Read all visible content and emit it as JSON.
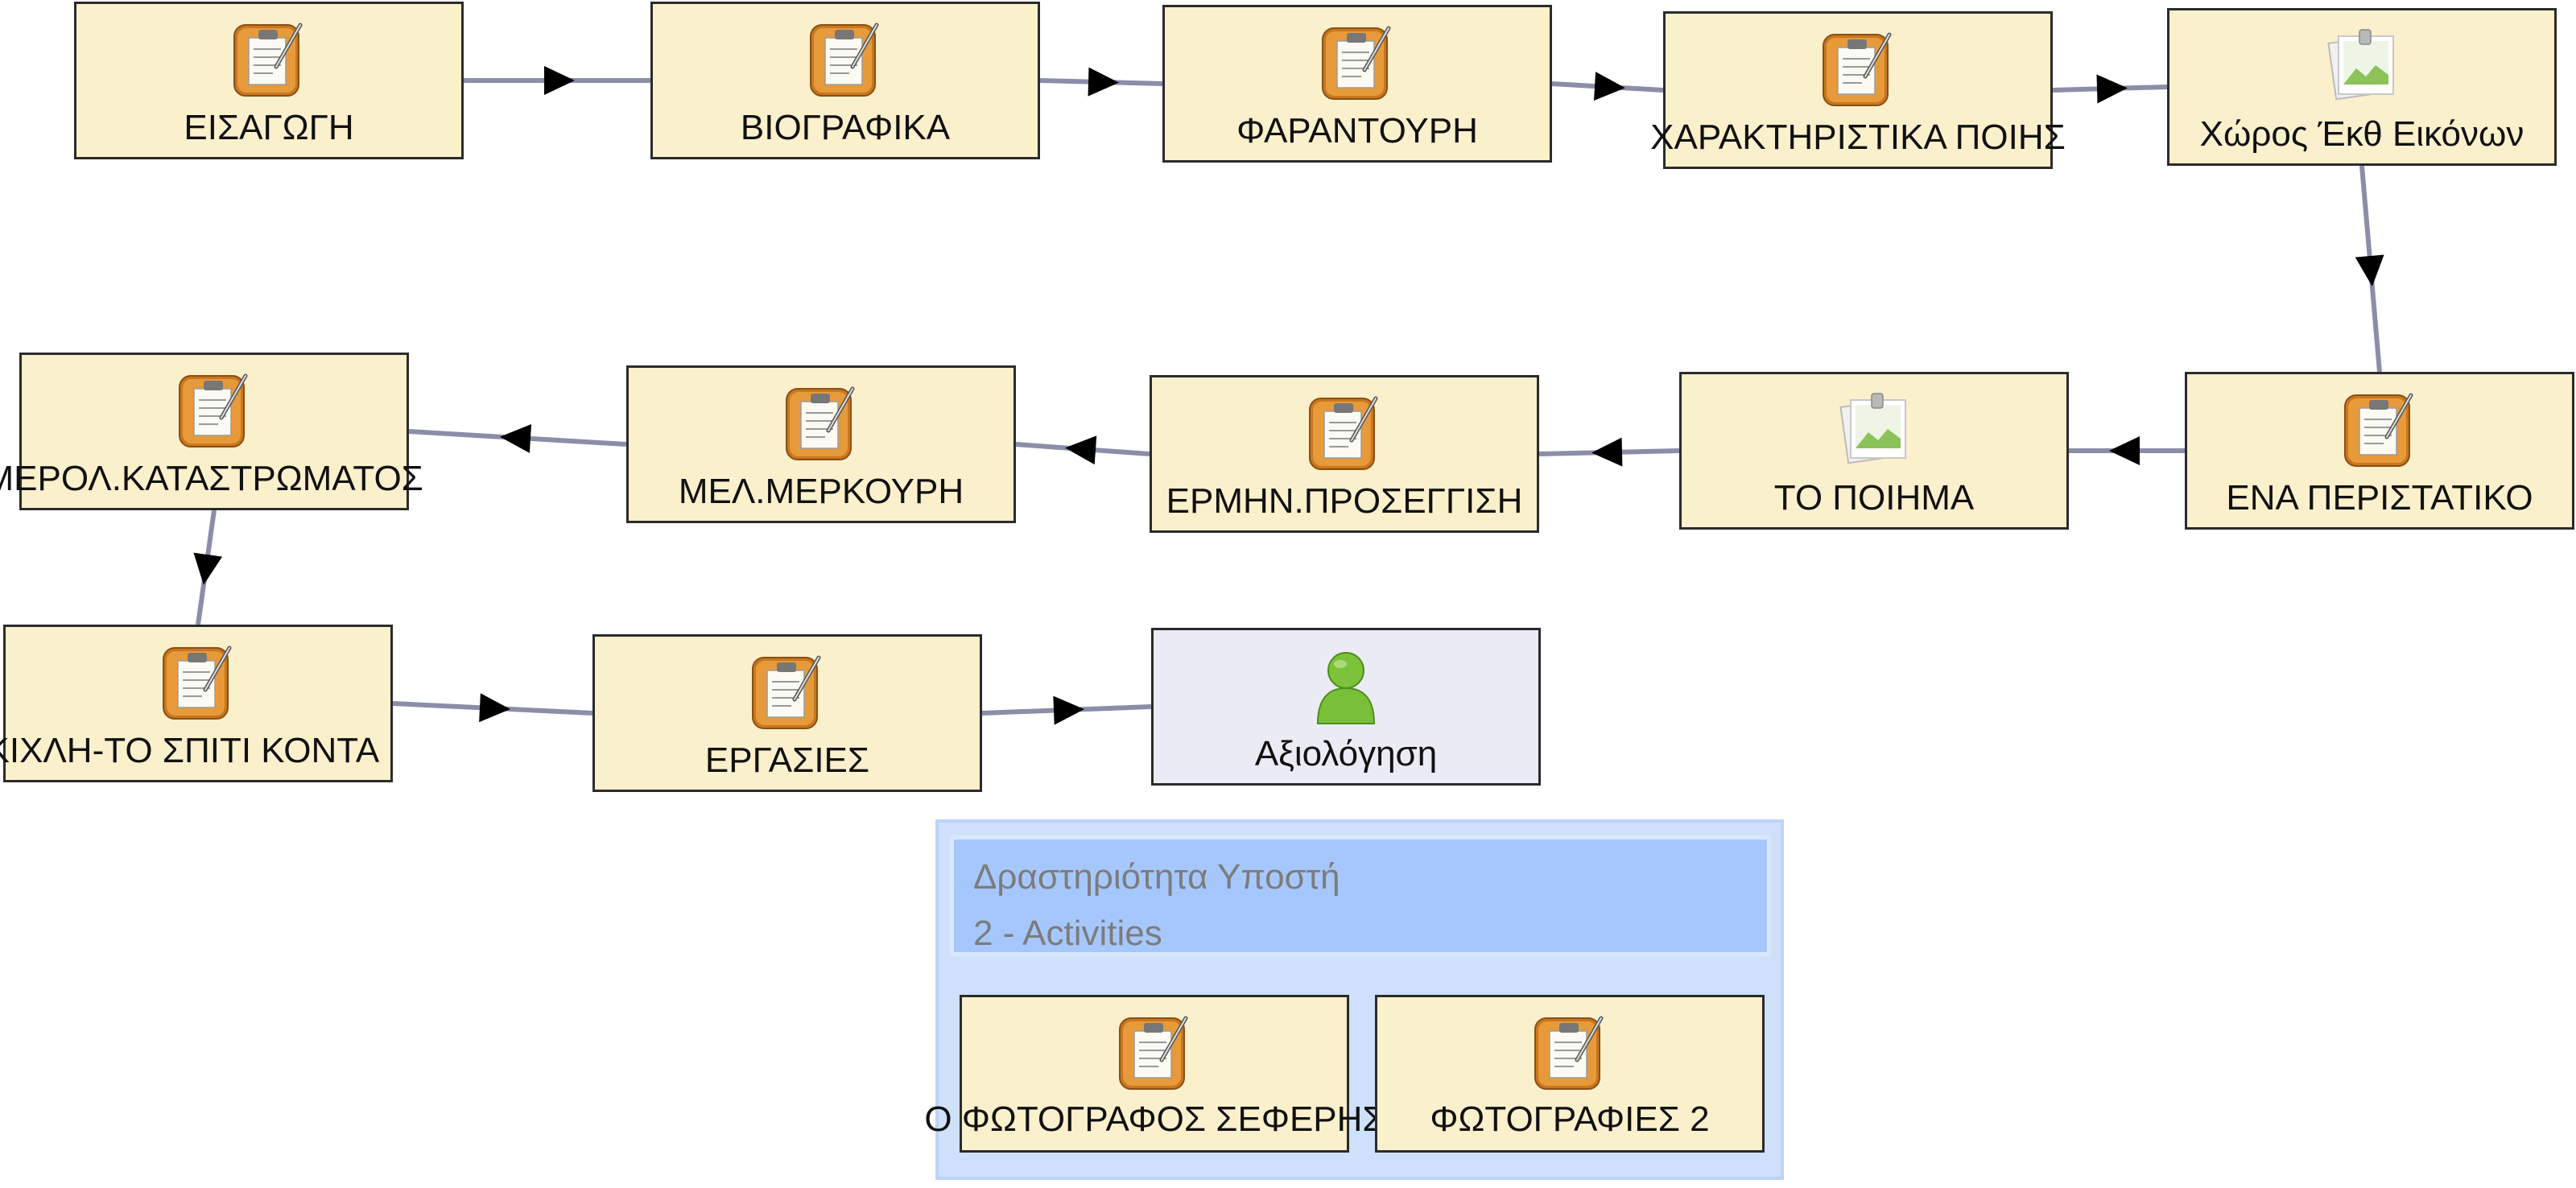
{
  "sequence": [
    {
      "id": "eisagogi",
      "label": "ΕΙΣΑΓΩΓΗ",
      "icon": "notepad-icon"
    },
    {
      "id": "viografika",
      "label": "ΒΙΟΓΡΑΦΙΚΑ",
      "icon": "notepad-icon"
    },
    {
      "id": "farantouri",
      "label": "ΦΑΡΑΝΤΟΥΡΗ",
      "icon": "notepad-icon"
    },
    {
      "id": "charaktiristika",
      "label": "ΧΑΡΑΚΤΗΡΙΣΤΙΚΑ ΠΟΙΗΣ",
      "icon": "notepad-icon"
    },
    {
      "id": "choros",
      "label": "Χώρος Έκθ Εικόνων",
      "icon": "image-gallery-icon"
    },
    {
      "id": "peristatiko",
      "label": "ΕΝΑ ΠΕΡΙΣΤΑΤΙΚΟ",
      "icon": "notepad-icon"
    },
    {
      "id": "poiima",
      "label": "ΤΟ ΠΟΙΗΜΑ",
      "icon": "image-gallery-icon"
    },
    {
      "id": "ermin",
      "label": "ΕΡΜΗΝ.ΠΡΟΣΕΓΓΙΣΗ",
      "icon": "notepad-icon"
    },
    {
      "id": "merkouri",
      "label": "ΜΕΛ.ΜΕΡΚΟΥΡΗ",
      "icon": "notepad-icon"
    },
    {
      "id": "merol",
      "label": "ΗΜΕΡΟΛ.ΚΑΤΑΣΤΡΩΜΑΤΟΣ",
      "icon": "notepad-icon"
    },
    {
      "id": "spiti",
      "label": "ΚΙΧΛΗ-ΤΟ ΣΠΙΤΙ ΚΟΝΤΑ",
      "icon": "notepad-icon"
    },
    {
      "id": "ergasies",
      "label": "ΕΡΓΑΣΙΕΣ",
      "icon": "notepad-icon"
    },
    {
      "id": "axiologisi",
      "label": "Αξιολόγηση",
      "icon": "person-icon"
    }
  ],
  "branch": {
    "title": "Δραστηριότητα Υποστή",
    "subtitle": "2 - Activities",
    "activities": [
      {
        "id": "fotografos",
        "label": "Ο ΦΩΤΟΓΡΑΦΟΣ ΣΕΦΕΡΗΣ",
        "icon": "notepad-icon"
      },
      {
        "id": "fotografies",
        "label": "ΦΩΤΟΓΡΑΦΙΕΣ 2",
        "icon": "notepad-icon"
      }
    ]
  },
  "colors": {
    "activity_fill": "#fbf0cc",
    "evaluation_fill": "#ebebf5",
    "branch_fill": "#cfe0fb",
    "branch_header_fill": "#a6c7fc",
    "connector": "#8a8ea8"
  }
}
